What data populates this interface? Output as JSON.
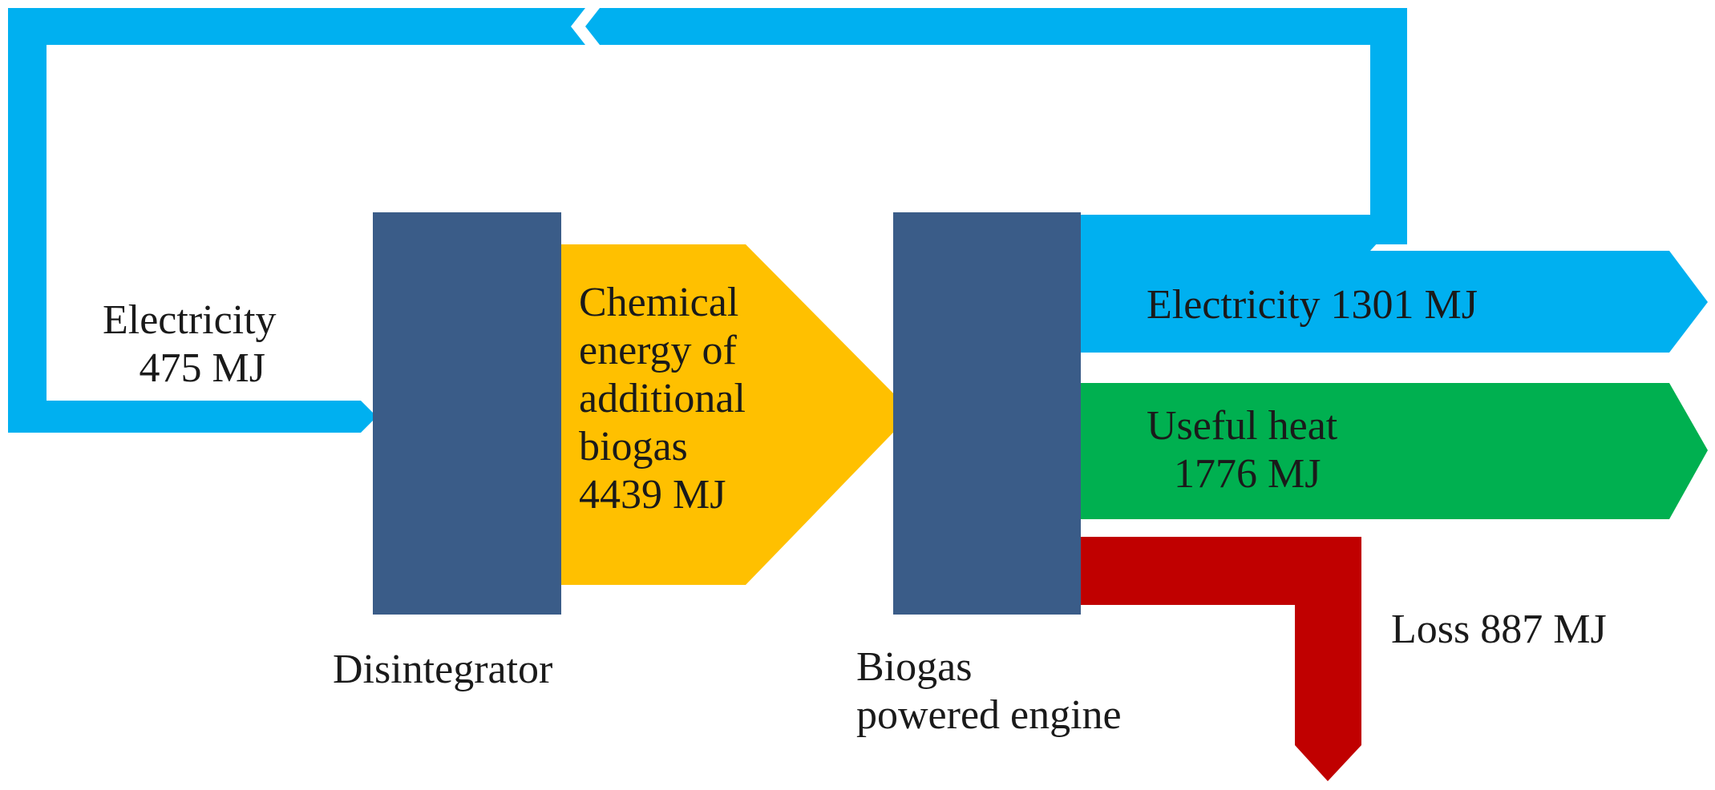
{
  "colors": {
    "electricity": "#00b0f0",
    "chemical": "#ffc000",
    "useful_heat": "#00b050",
    "loss": "#c00000",
    "block": "#3a5c88"
  },
  "nodes": {
    "disintegrator": "Disintegrator",
    "engine_line1": "Biogas",
    "engine_line2": "powered engine"
  },
  "flows": {
    "electricity_in": {
      "label_line1": "Electricity",
      "label_line2": "475 MJ",
      "value_mj": 475
    },
    "chemical_energy": {
      "lines": [
        "Chemical",
        "energy of",
        "additional",
        "biogas",
        "4439 MJ"
      ],
      "value_mj": 4439
    },
    "electricity_out": {
      "label": "Electricity 1301 MJ",
      "value_mj": 1301
    },
    "useful_heat": {
      "label_line1": "Useful heat",
      "label_line2": "1776 MJ",
      "value_mj": 1776
    },
    "loss": {
      "label": "Loss 887 MJ",
      "value_mj": 887
    }
  }
}
